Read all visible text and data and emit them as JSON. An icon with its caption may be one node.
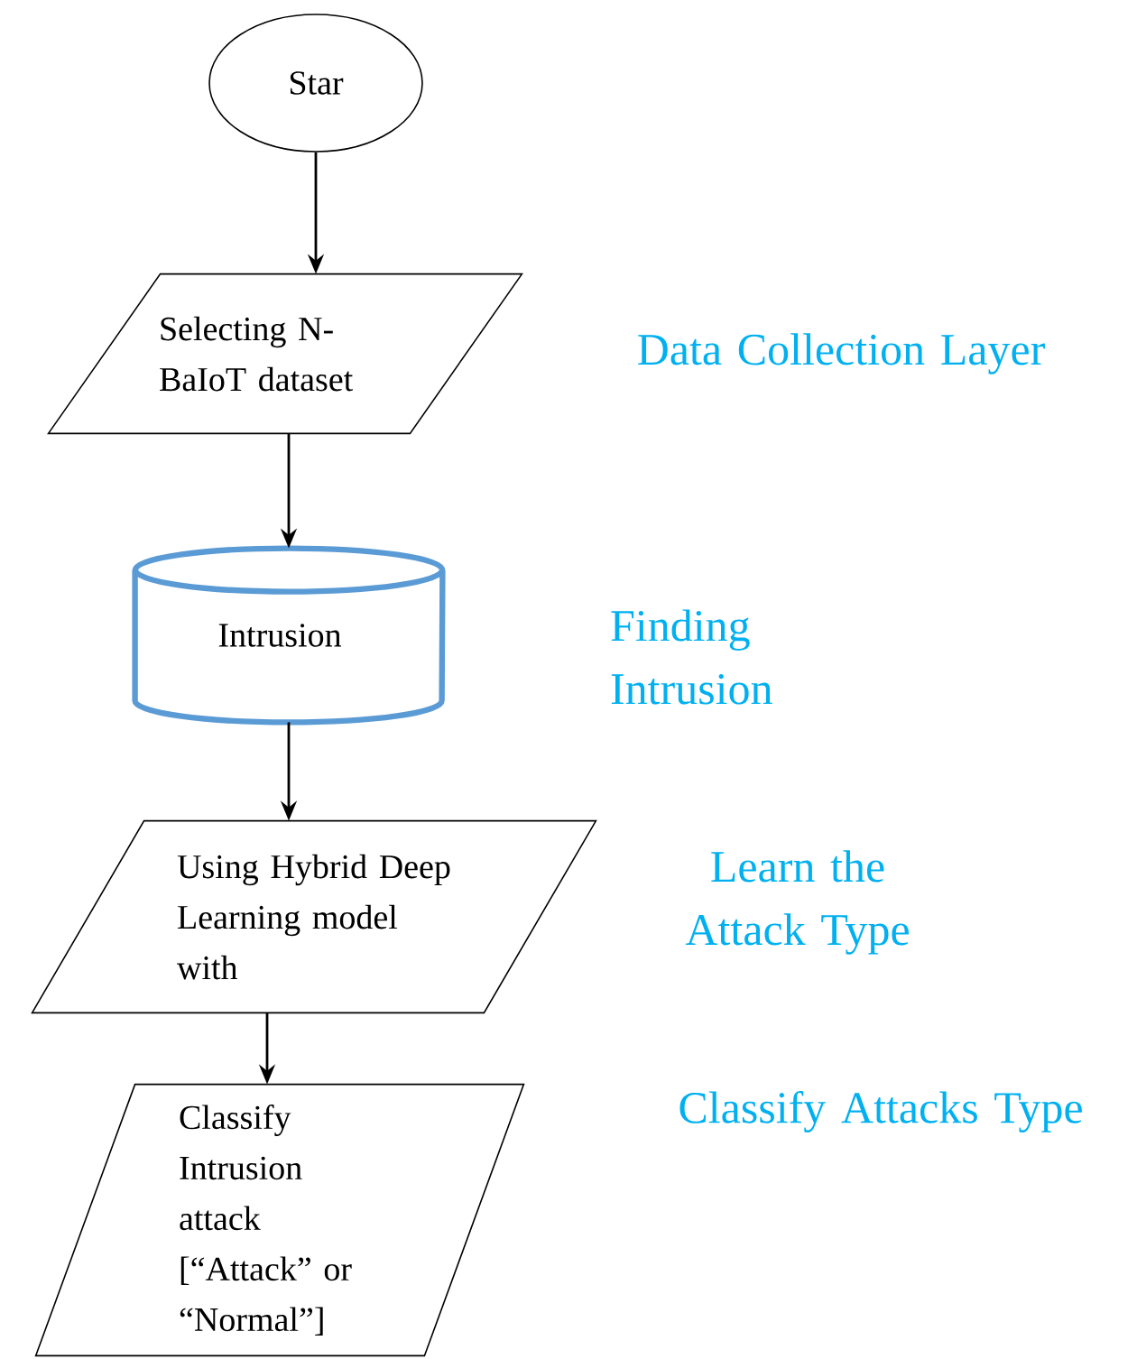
{
  "diagram": {
    "nodes": [
      {
        "text": [
          "Star"
        ]
      },
      {
        "text": [
          "Selecting N- BaIoT dataset"
        ]
      },
      {
        "text": [
          "Intrusion"
        ]
      },
      {
        "text": [
          "Using Hybrid Deep Learning model with"
        ]
      },
      {
        "text": [
          "Classify Intrusion attack [“Attack” or “Normal”]"
        ]
      }
    ],
    "edges": [
      {
        "from": 0,
        "to": 1,
        "arrow": "to"
      },
      {
        "from": 1,
        "to": 2,
        "arrow": "to"
      },
      {
        "from": 2,
        "to": 3,
        "arrow": "to"
      },
      {
        "from": 3,
        "to": 4,
        "arrow": "to"
      }
    ],
    "labels": [
      "Data Collection Layer",
      "Finding Intrusion",
      "Learn the Attack Type",
      "Classify Attacks Type"
    ]
  }
}
